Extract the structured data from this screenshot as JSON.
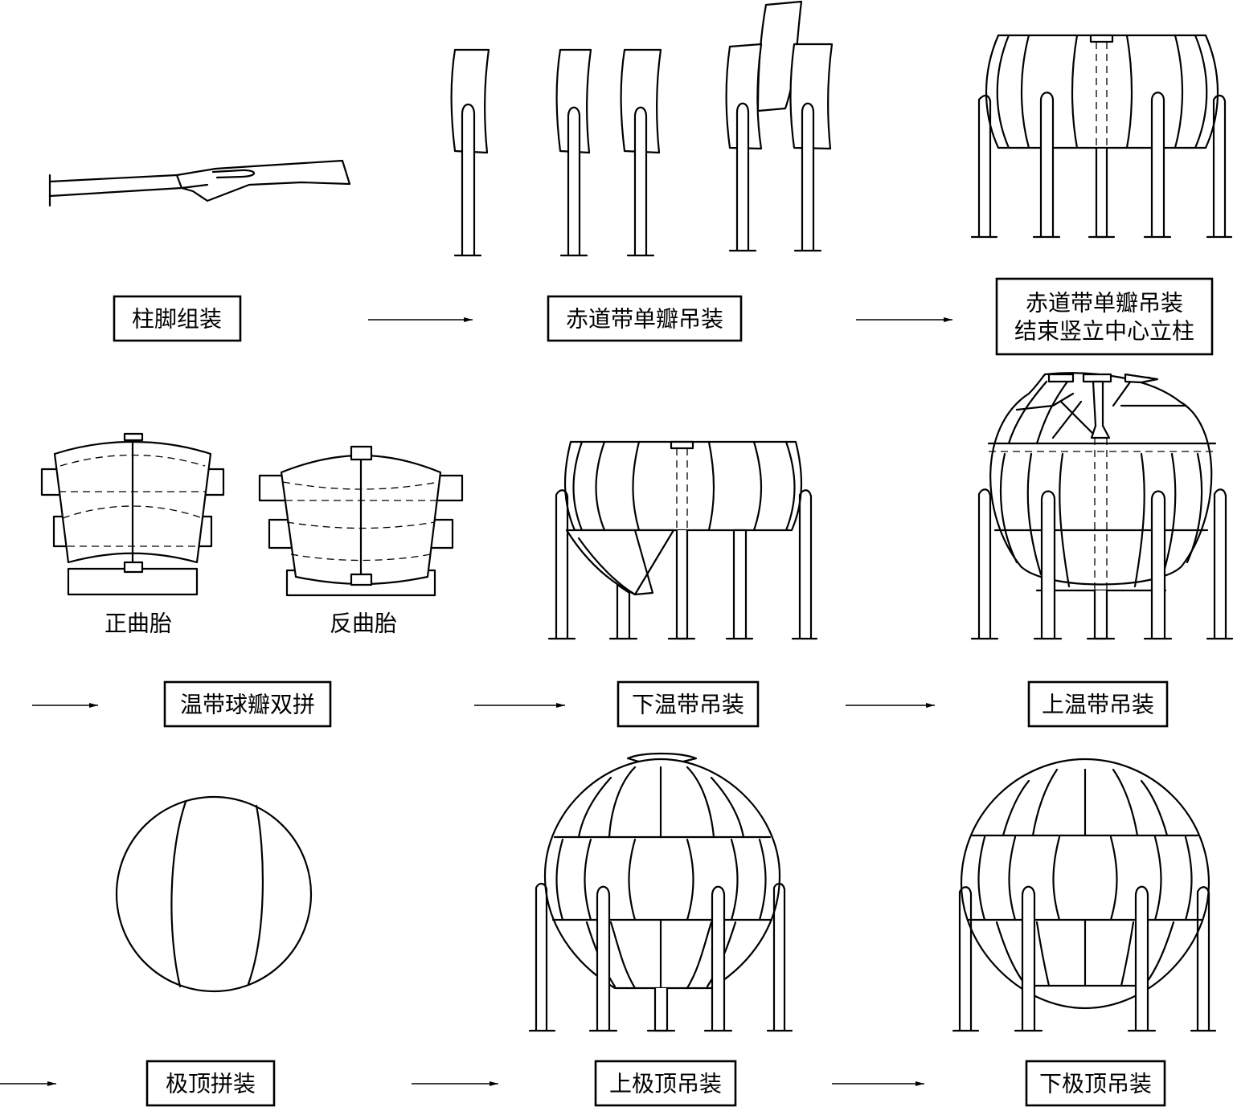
{
  "steps": [
    {
      "id": "s1",
      "label": "柱脚组装"
    },
    {
      "id": "s2",
      "label": "赤道带单瓣吊装"
    },
    {
      "id": "s3",
      "label_line1": "赤道带单瓣吊装",
      "label_line2": "结束竖立中心立柱"
    },
    {
      "id": "s4",
      "label": "温带球瓣双拼"
    },
    {
      "id": "s5",
      "label": "下温带吊装"
    },
    {
      "id": "s6",
      "label": "上温带吊装"
    },
    {
      "id": "s7",
      "label": "极顶拼装"
    },
    {
      "id": "s8",
      "label": "上极顶吊装"
    },
    {
      "id": "s9",
      "label": "下极顶吊装"
    }
  ],
  "captions": {
    "positive_jig": "正曲胎",
    "negative_jig": "反曲胎"
  }
}
